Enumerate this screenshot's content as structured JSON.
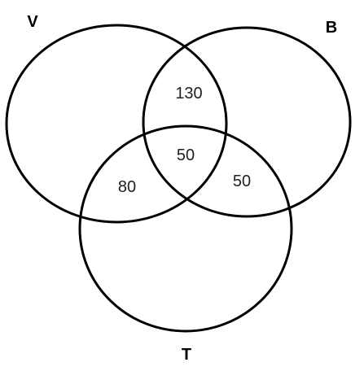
{
  "diagram": {
    "type": "venn-3",
    "stroke_color": "#000000",
    "background_color": "#ffffff",
    "sets": [
      {
        "id": "V",
        "label": "V"
      },
      {
        "id": "B",
        "label": "B"
      },
      {
        "id": "T",
        "label": "T"
      }
    ],
    "regions": [
      {
        "sets": [
          "V",
          "B"
        ],
        "value": "130"
      },
      {
        "sets": [
          "V",
          "B",
          "T"
        ],
        "value": "50"
      },
      {
        "sets": [
          "V",
          "T"
        ],
        "value": "80"
      },
      {
        "sets": [
          "B",
          "T"
        ],
        "value": "50"
      }
    ]
  }
}
